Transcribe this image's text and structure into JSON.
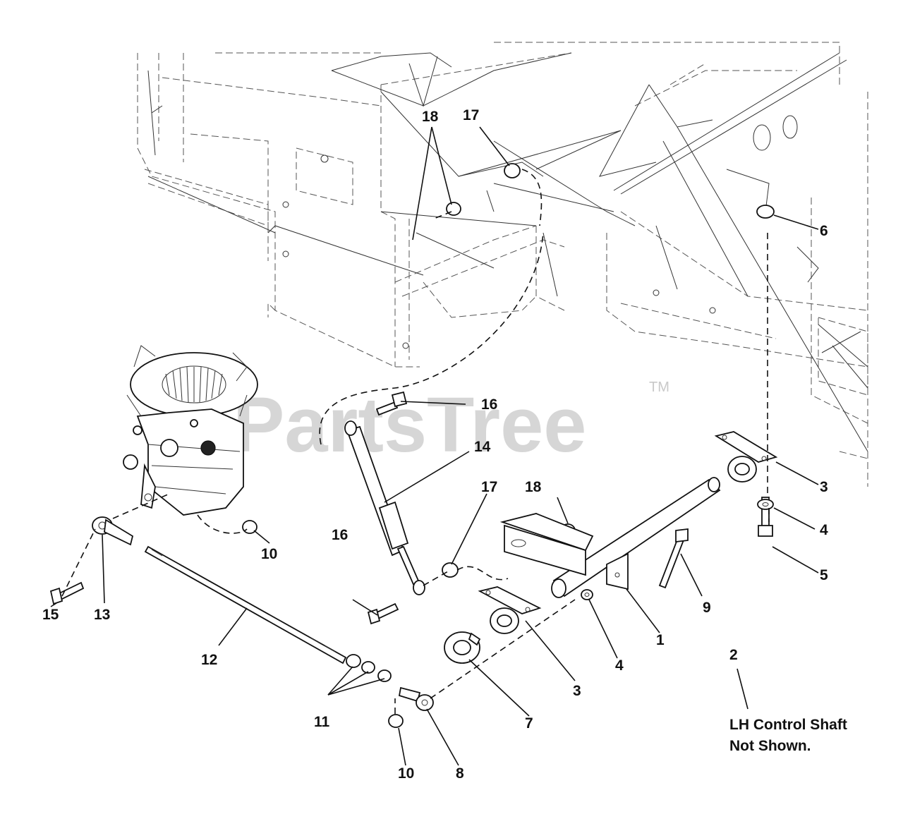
{
  "watermark": {
    "text": "PartsTree",
    "tm": "TM"
  },
  "callouts": [
    "18",
    "17",
    "6",
    "16",
    "14",
    "17",
    "18",
    "3",
    "4",
    "5",
    "10",
    "15",
    "13",
    "16",
    "12",
    "11",
    "10",
    "8",
    "7",
    "3",
    "4",
    "1",
    "9",
    "2"
  ],
  "note": {
    "line1": "LH Control Shaft",
    "line2": "Not Shown."
  }
}
